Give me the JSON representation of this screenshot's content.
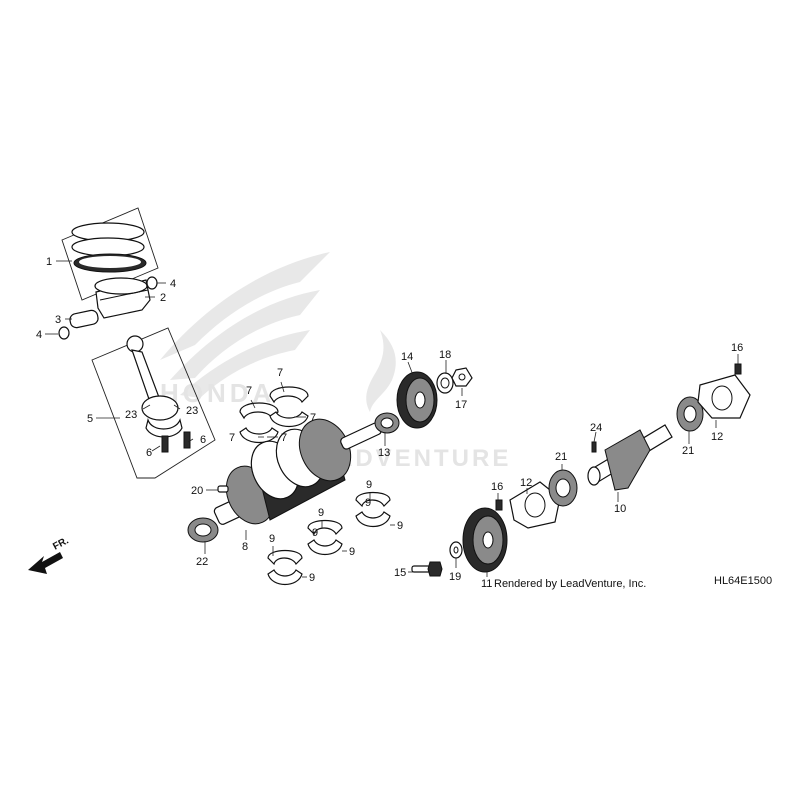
{
  "callouts": {
    "c1": "1",
    "c2": "2",
    "c3": "3",
    "c4a": "4",
    "c4b": "4",
    "c5": "5",
    "c6a": "6",
    "c6b": "6",
    "c7a": "7",
    "c7b": "7",
    "c7c": "7",
    "c7d": "7",
    "c7e": "7",
    "c8": "8",
    "c9a": "9",
    "c9b": "9",
    "c9c": "9",
    "c9d": "9",
    "c9e": "9",
    "c9f": "9",
    "c9g": "9",
    "c9h": "9",
    "c10": "10",
    "c11": "11",
    "c12a": "12",
    "c12b": "12",
    "c13": "13",
    "c14": "14",
    "c15": "15",
    "c16a": "16",
    "c16b": "16",
    "c17": "17",
    "c18": "18",
    "c19": "19",
    "c20": "20",
    "c21a": "21",
    "c21b": "21",
    "c22": "22",
    "c23a": "23",
    "c23b": "23",
    "c24": "24"
  },
  "footer": {
    "credit": "Rendered by LeadVenture, Inc.",
    "diagram_code": "HL64E1500",
    "direction": "FR."
  },
  "watermark": {
    "brand": "HONDA",
    "dealer": "ADVENTURE"
  }
}
